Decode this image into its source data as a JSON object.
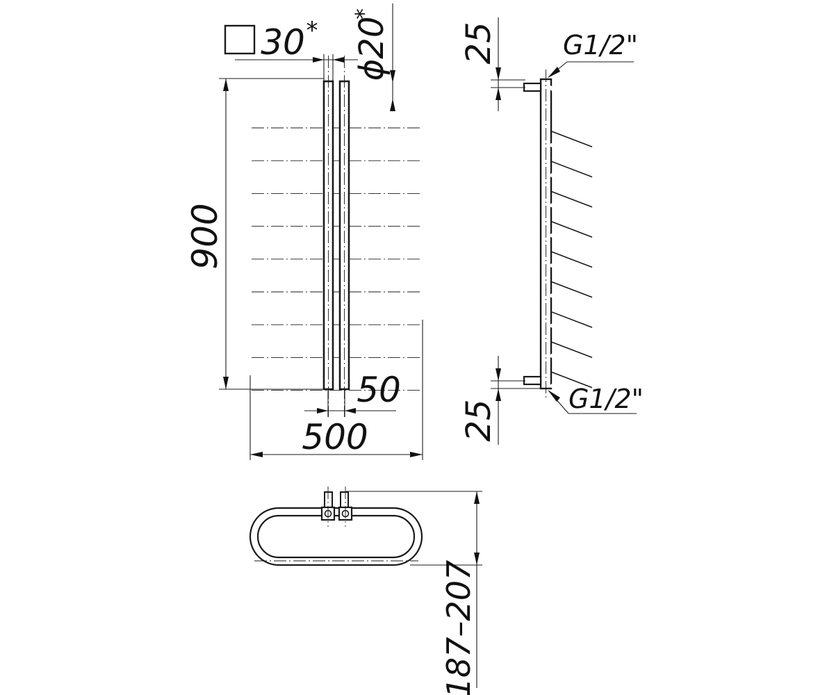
{
  "labels": {
    "square_symbol": "□",
    "square_size": "30",
    "star": "*",
    "pipe_diameter": "ϕ20",
    "height": "900",
    "width": "500",
    "pipe_spacing": "50",
    "offset_top": "25",
    "offset_bottom": "25",
    "thread_top": "G1/2\"",
    "thread_bottom": "G1/2\"",
    "wall_distance": "187–207"
  }
}
